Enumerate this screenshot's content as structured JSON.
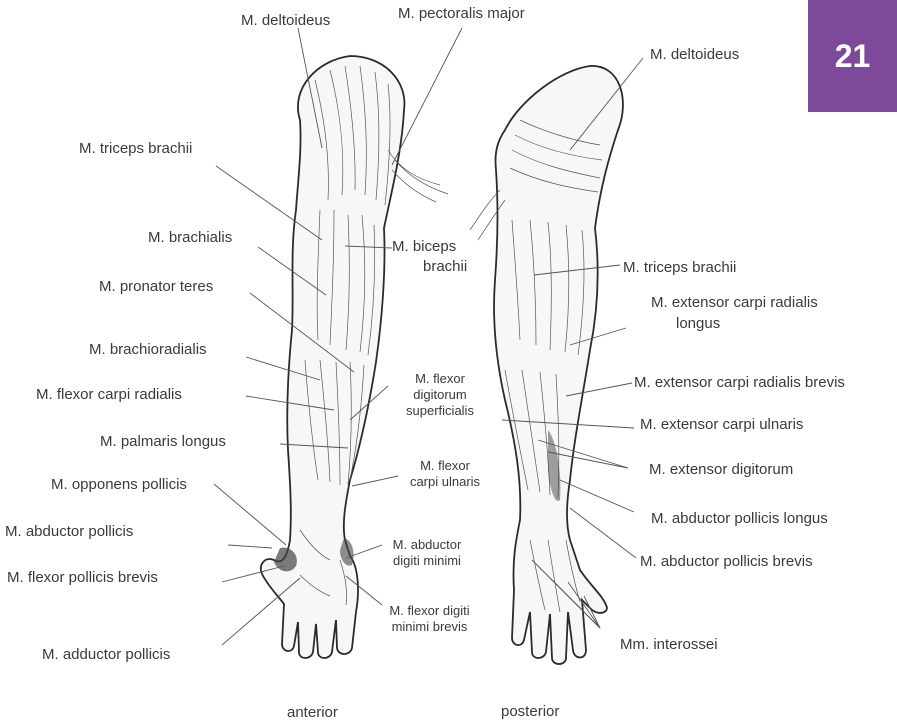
{
  "page_number": "21",
  "views": {
    "anterior": "anterior",
    "posterior": "posterior"
  },
  "labels_anterior": {
    "deltoideus": "M. deltoideus",
    "pectoralis_major": "M. pectoralis major",
    "triceps_brachii": "M. triceps brachii",
    "brachialis": "M. brachialis",
    "biceps_line1": "M. biceps",
    "biceps_line2": "brachii",
    "pronator_teres": "M. pronator teres",
    "brachioradialis": "M. brachioradialis",
    "flexor_carpi_radialis": "M. flexor carpi radialis",
    "palmaris_longus": "M. palmaris longus",
    "fds_line1": "M. flexor",
    "fds_line2": "digitorum",
    "fds_line3": "superficialis",
    "fcu_line1": "M. flexor",
    "fcu_line2": "carpi ulnaris",
    "opponens_pollicis": "M. opponens pollicis",
    "abductor_pollicis": "M. abductor pollicis",
    "flexor_pollicis_brevis": "M. flexor pollicis brevis",
    "adm_line1": "M. abductor",
    "adm_line2": "digiti minimi",
    "fdmb_line1": "M. flexor digiti",
    "fdmb_line2": "minimi brevis",
    "adductor_pollicis": "M. adductor pollicis"
  },
  "labels_posterior": {
    "deltoideus": "M. deltoideus",
    "triceps_brachii": "M. triceps brachii",
    "ecrl_line1": "M. extensor carpi radialis",
    "ecrl_line2": "longus",
    "ecrb": "M. extensor carpi radialis brevis",
    "ecu": "M. extensor carpi ulnaris",
    "extensor_digitorum": "M. extensor digitorum",
    "apl": "M. abductor pollicis longus",
    "apb": "M. abductor pollicis brevis",
    "interossei": "Mm. interossei"
  },
  "colors": {
    "badge": "#7d4a99",
    "badge_text": "#ffffff",
    "text": "#3a3a3a",
    "lines": "#555555"
  }
}
